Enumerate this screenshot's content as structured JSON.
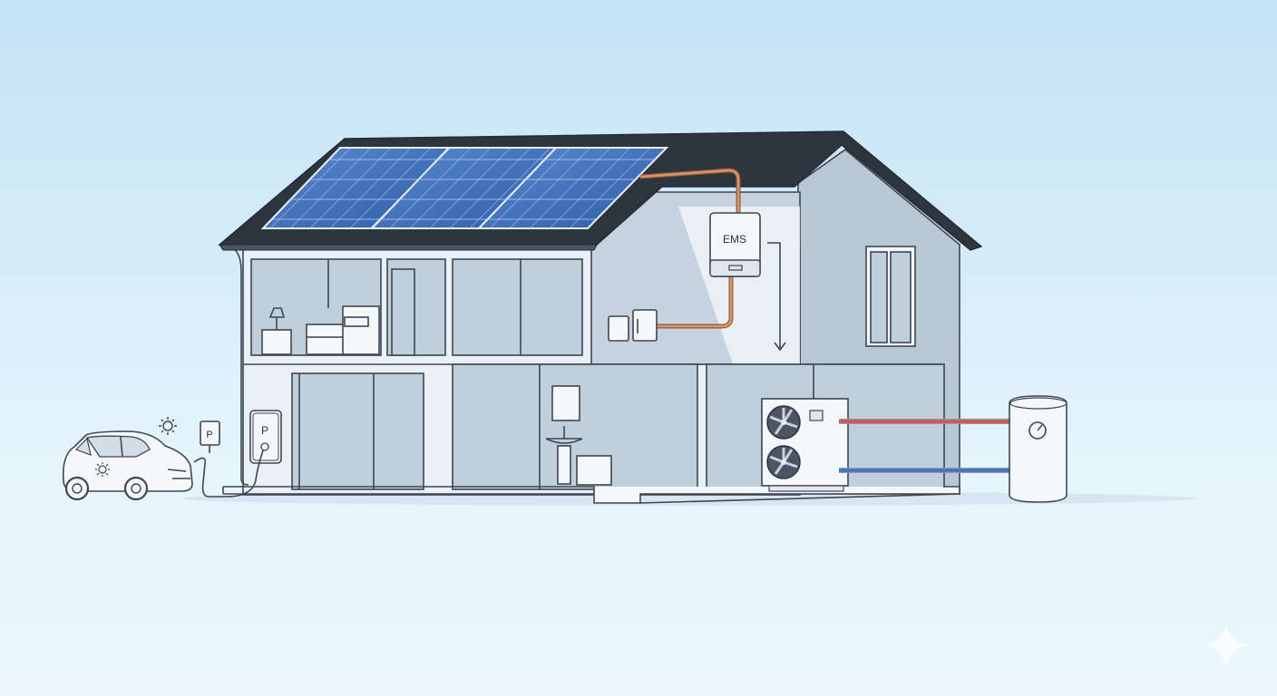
{
  "ems_unit": {
    "label": "EMS"
  },
  "wallbox": {
    "label": "P"
  },
  "charge_sign": {
    "label": "P"
  },
  "colors": {
    "sky_top": "#c4e3f5",
    "ground": "#eaf6fc",
    "roof": "#2d353f",
    "solar_panel": "#3f6fb8",
    "copper_cable": "#c9825d",
    "hot_pipe": "#d9534f",
    "cold_pipe": "#3f74c4",
    "wall": "#b9c8d5"
  },
  "icons": [
    "sun-icon",
    "fan-icon",
    "gauge-icon",
    "sparkle-icon",
    "lamp-icon",
    "bed-icon",
    "sink-icon",
    "car-icon"
  ]
}
